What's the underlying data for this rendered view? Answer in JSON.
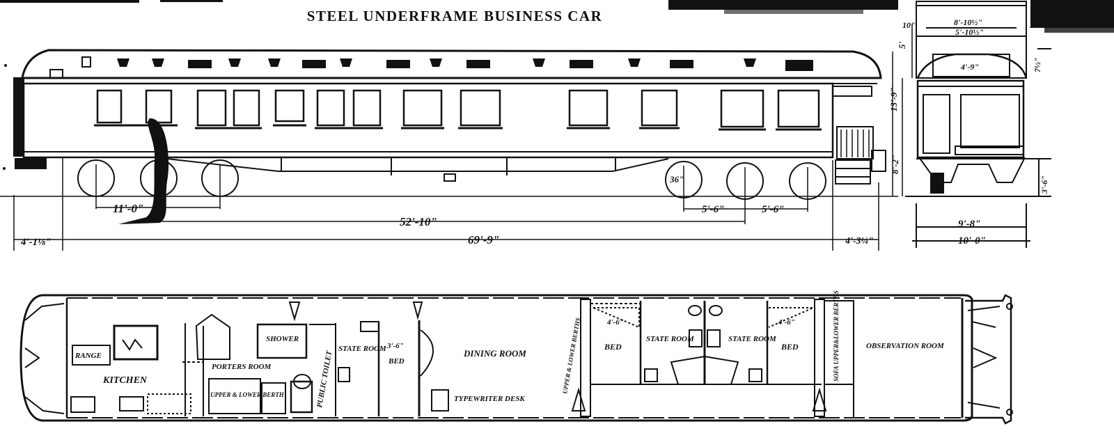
{
  "title": "STEEL UNDERFRAME BUSINESS CAR",
  "side_elevation": {
    "dimensions": {
      "overall_length": "69'-9\"",
      "truck_centers": "52'-10\"",
      "front_truck_wheelbase": "11'-0\"",
      "rear_axle_spacing_1": "5'-6\"",
      "rear_axle_spacing_2": "5'-6\"",
      "front_overhang": "4'-1⅛\"",
      "rear_overhang": "4'-3¼\"",
      "wheel_diameter": "36\""
    },
    "height_dims": {
      "overall": "13'-9\"",
      "body": "8'-2\"",
      "roof": "5'"
    }
  },
  "end_elevation": {
    "dimensions": {
      "inside_width": "9'-8\"",
      "outside_width": "10'-0\"",
      "top_1": "8'-10½\"",
      "top_2": "5'-10½\"",
      "top_3": "4'-9\"",
      "left_1": "10\"",
      "right_1": "10\"",
      "side_1": "7½\"",
      "side_2": "3'-6\""
    }
  },
  "floor_plan": {
    "rooms": {
      "range": "RANGE",
      "kitchen": "KITCHEN",
      "shower": "SHOWER",
      "porters_room": "PORTERS ROOM",
      "upper_lower_berth": "UPPER & LOWER BERTH",
      "public_toilet": "PUBLIC TOILET",
      "state_room_1": "STATE ROOM",
      "bed_1": "BED",
      "bed_1_width": "3'-6\"",
      "dining_room": "DINING ROOM",
      "typewriter_desk": "TYPEWRITER DESK",
      "upper_lower_berths": "UPPER & LOWER BERTHS",
      "bed_2": "BED",
      "bed_2_width": "4'-6\"",
      "state_room_2": "STATE ROOM",
      "state_room_3": "STATE ROOM",
      "bed_3": "BED",
      "bed_3_width": "4'-6\"",
      "sofa_berths": "SOFA UPPER&LOWER BERTHS",
      "observation_room": "OBSERVATION ROOM"
    }
  }
}
